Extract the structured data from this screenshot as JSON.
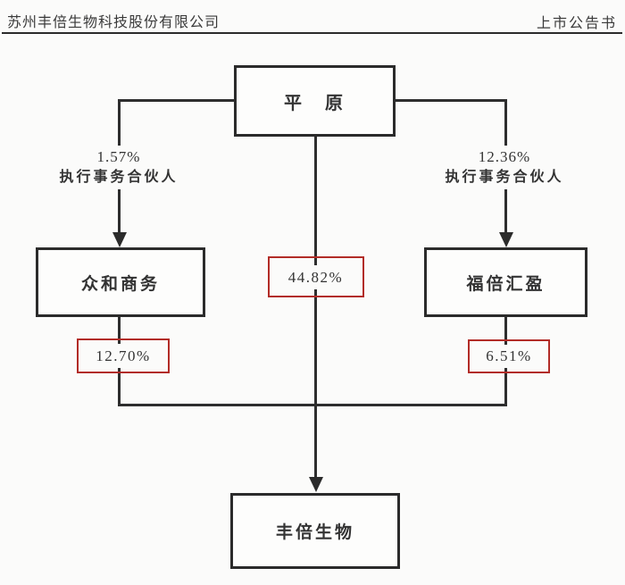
{
  "header": {
    "company": "苏州丰倍生物科技股份有限公司",
    "doc_title": "上市公告书"
  },
  "colors": {
    "line": "#2b2b2b",
    "highlight_red": "#b22c27",
    "background": "#fbfbfa"
  },
  "diagram": {
    "nodes": {
      "pingyuan": "平　原",
      "zhonghe": "众和商务",
      "fubei": "福倍汇盈",
      "fengbei": "丰倍生物"
    },
    "edges": {
      "left": {
        "percent": "1.57%",
        "role": "执行事务合伙人"
      },
      "right": {
        "percent": "12.36%",
        "role": "执行事务合伙人"
      },
      "center": {
        "percent": "44.82%"
      },
      "zhonghe_holding": {
        "percent": "12.70%"
      },
      "fubei_holding": {
        "percent": "6.51%"
      }
    }
  }
}
